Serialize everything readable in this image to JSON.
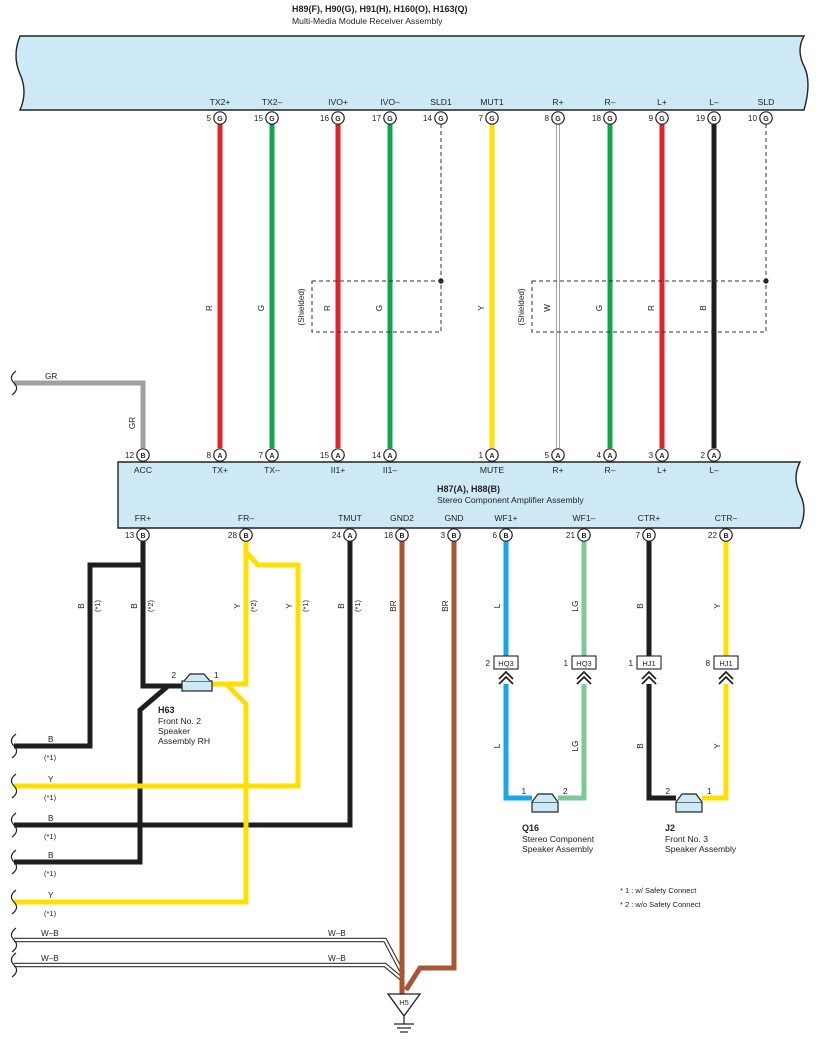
{
  "receiver": {
    "title": "H89(F), H90(G), H91(H), H160(O), H163(Q)",
    "subtitle": "Multi-Media Module Receiver Assembly",
    "pins": [
      {
        "label": "TX2+",
        "num": "5",
        "conn": "G"
      },
      {
        "label": "TX2–",
        "num": "15",
        "conn": "G"
      },
      {
        "label": "IVO+",
        "num": "16",
        "conn": "G"
      },
      {
        "label": "IVO–",
        "num": "17",
        "conn": "G"
      },
      {
        "label": "SLD1",
        "num": "14",
        "conn": "G"
      },
      {
        "label": "MUT1",
        "num": "7",
        "conn": "G"
      },
      {
        "label": "R+",
        "num": "8",
        "conn": "G"
      },
      {
        "label": "R–",
        "num": "18",
        "conn": "G"
      },
      {
        "label": "L+",
        "num": "9",
        "conn": "G"
      },
      {
        "label": "L–",
        "num": "19",
        "conn": "G"
      },
      {
        "label": "SLD",
        "num": "10",
        "conn": "G"
      }
    ]
  },
  "amplifier": {
    "title": "H87(A), H88(B)",
    "subtitle": "Stereo Component Amplifier Assembly",
    "top_pins": [
      {
        "label": "ACC",
        "num": "12",
        "conn": "B"
      },
      {
        "label": "TX+",
        "num": "8",
        "conn": "A"
      },
      {
        "label": "TX–",
        "num": "7",
        "conn": "A"
      },
      {
        "label": "II1+",
        "num": "15",
        "conn": "A"
      },
      {
        "label": "II1–",
        "num": "14",
        "conn": "A"
      },
      {
        "label": "MUTE",
        "num": "1",
        "conn": "A"
      },
      {
        "label": "R+",
        "num": "5",
        "conn": "A"
      },
      {
        "label": "R–",
        "num": "4",
        "conn": "A"
      },
      {
        "label": "L+",
        "num": "3",
        "conn": "A"
      },
      {
        "label": "L–",
        "num": "2",
        "conn": "A"
      }
    ],
    "bottom_pins": [
      {
        "label": "FR+",
        "num": "13",
        "conn": "B"
      },
      {
        "label": "FR–",
        "num": "28",
        "conn": "B"
      },
      {
        "label": "TMUT",
        "num": "24",
        "conn": "A"
      },
      {
        "label": "GND2",
        "num": "18",
        "conn": "B"
      },
      {
        "label": "GND",
        "num": "3",
        "conn": "B"
      },
      {
        "label": "WF1+",
        "num": "6",
        "conn": "B"
      },
      {
        "label": "WF1–",
        "num": "21",
        "conn": "B"
      },
      {
        "label": "CTR+",
        "num": "7",
        "conn": "B"
      },
      {
        "label": "CTR–",
        "num": "22",
        "conn": "B"
      }
    ]
  },
  "wire_labels": {
    "tx_pos": "R",
    "tx_neg": "G",
    "ivo_pos": "R",
    "ivo_neg": "G",
    "mute": "Y",
    "r_pos": "W",
    "r_neg": "G",
    "l_pos": "R",
    "l_neg": "B",
    "gr_left": "GR",
    "gr_vert": "GR",
    "fr_pos_a": "B",
    "fr_pos_b": "B",
    "fr_neg_a": "Y",
    "fr_neg_b": "Y",
    "tmut": "B",
    "gnd2": "BR",
    "gnd": "BR",
    "wf_pos_top": "L",
    "wf_neg_top": "LG",
    "ctr_pos_top": "B",
    "ctr_neg_top": "Y",
    "wf_pos_bot": "L",
    "wf_neg_bot": "LG",
    "ctr_pos_bot": "B",
    "ctr_neg_bot": "Y",
    "star1": "(*1)",
    "star2": "(*2)",
    "shielded": "(Shielded)",
    "wb": "W–B"
  },
  "left_wires": [
    {
      "label": "B",
      "note": "(*1)"
    },
    {
      "label": "Y",
      "note": "(*1)"
    },
    {
      "label": "B",
      "note": "(*1)"
    },
    {
      "label": "B",
      "note": "(*1)"
    },
    {
      "label": "Y",
      "note": "(*1)"
    }
  ],
  "connectors": {
    "hq3_left": {
      "num": "2",
      "name": "HQ3"
    },
    "hq3_right": {
      "num": "1",
      "name": "HQ3"
    },
    "hj1_left": {
      "num": "1",
      "name": "HJ1"
    },
    "hj1_right": {
      "num": "8",
      "name": "HJ1"
    }
  },
  "speakers": {
    "h63": {
      "id": "H63",
      "line1": "Front No. 2",
      "line2": "Speaker",
      "line3": "Assembly RH",
      "pin_left": "2",
      "pin_right": "1"
    },
    "q16": {
      "id": "Q16",
      "line1": "Stereo Component",
      "line2": "Speaker Assembly",
      "pin_left": "1",
      "pin_right": "2"
    },
    "j2": {
      "id": "J2",
      "line1": "Front No. 3",
      "line2": "Speaker Assembly",
      "pin_left": "2",
      "pin_right": "1"
    }
  },
  "notes": {
    "n1": "* 1 : w/ Safety Connect",
    "n2": "* 2 : w/o Safety Connect"
  },
  "ground": {
    "id": "H5"
  },
  "colors": {
    "panel": "#cde9f6",
    "red": "#e3232b",
    "green": "#13a54a",
    "yellow": "#ffe000",
    "black": "#1e1e1e",
    "gray": "#a0a0a0",
    "brown": "#a65535",
    "blue": "#1aa6e4",
    "lightgreen": "#7dc99a",
    "white_wire": "#ffffff"
  }
}
